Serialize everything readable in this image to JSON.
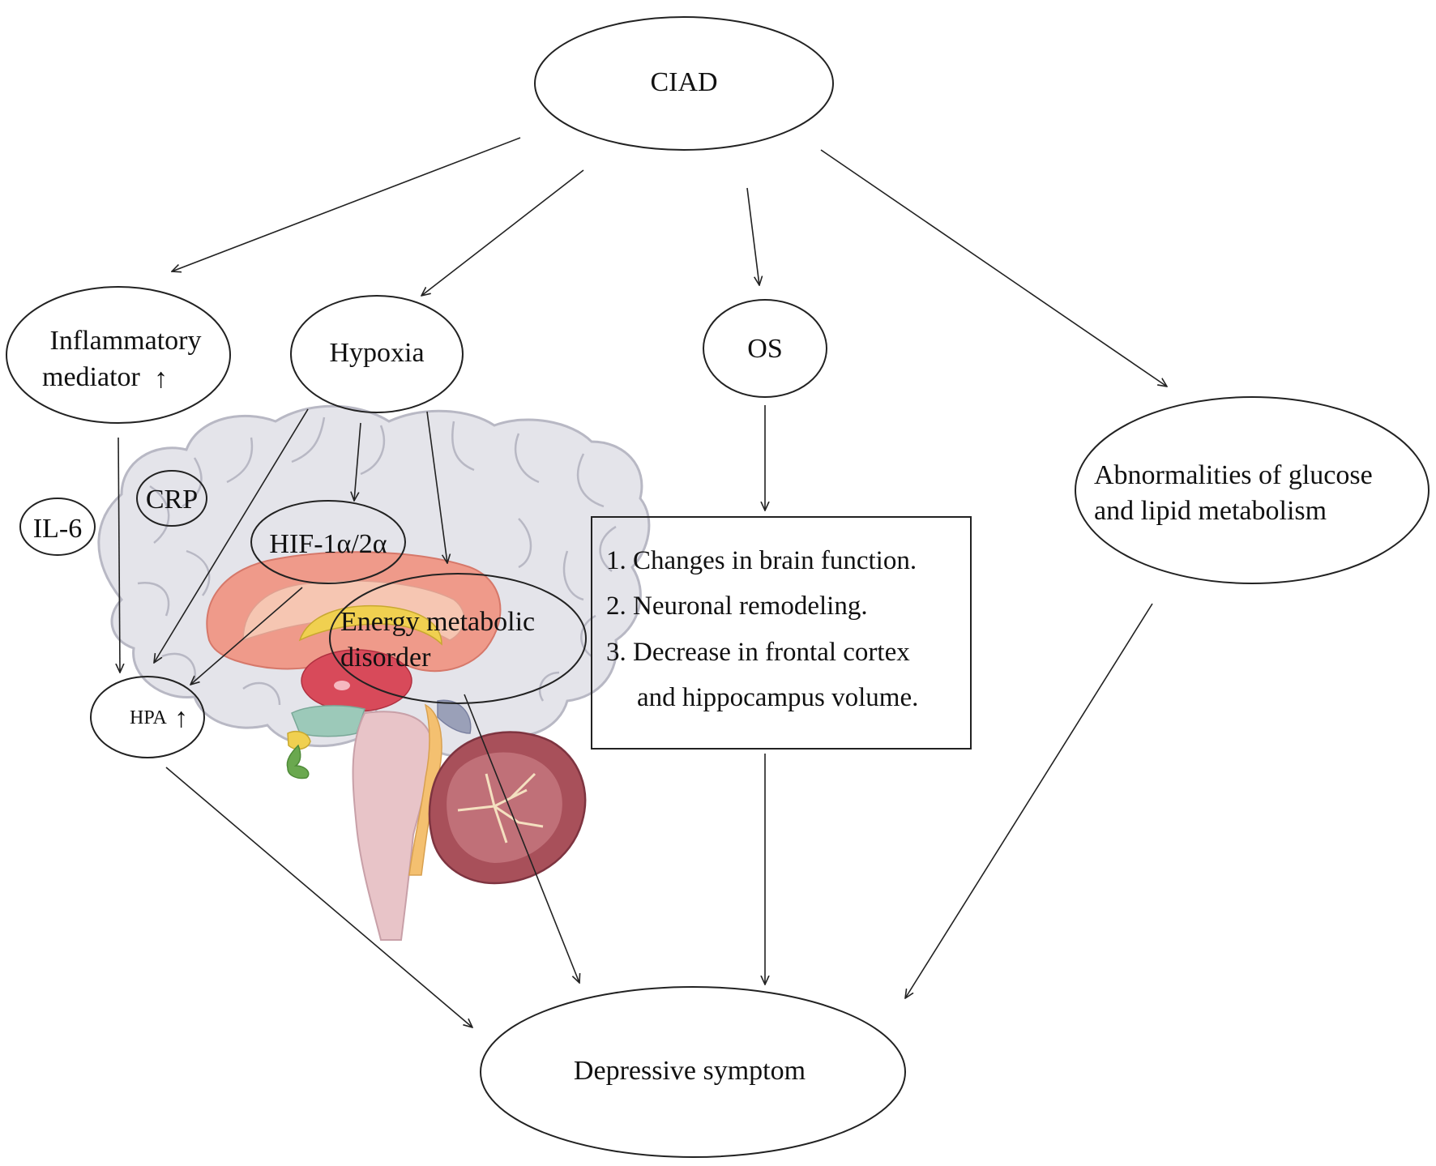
{
  "nodes": {
    "ciad": "CIAD",
    "inflammatory_line1": "Inflammatory",
    "inflammatory_line2": "mediator",
    "inflammatory_arrow": "↑",
    "hypoxia": "Hypoxia",
    "os": "OS",
    "abnormalities_line1": "Abnormalities of glucose",
    "abnormalities_line2": "and lipid metabolism",
    "il6": "IL-6",
    "crp": "CRP",
    "hif": "HIF-1α/2α",
    "energy_line1": "Energy metabolic",
    "energy_line2": "disorder",
    "hpa": "HPA",
    "hpa_arrow": "↑",
    "depressive": "Depressive symptom"
  },
  "effects_box": {
    "items": [
      "1. Changes in brain function.",
      "2. Neuronal remodeling.",
      "3. Decrease in frontal cortex",
      "and hippocampus volume."
    ]
  },
  "colors": {
    "brain_gray": "#e4e4ea",
    "limbic_pink": "#ef9a8a",
    "thalamus_red": "#d84a5a",
    "cerebellum": "#a8505a",
    "brainstem": "#e8c4c8",
    "fornix_yellow": "#f0d050",
    "pituitary_green": "#6aa84f"
  }
}
